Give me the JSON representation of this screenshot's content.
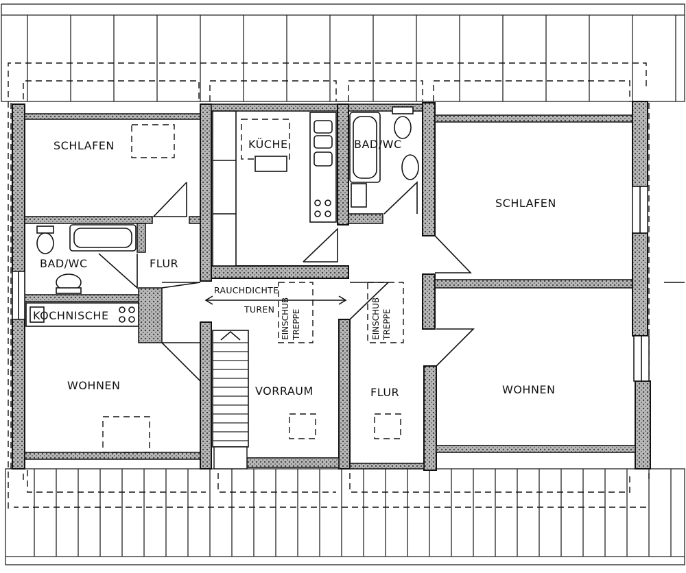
{
  "rooms": {
    "schlafen_left": "SCHLAFEN",
    "bad_left": "BAD/WC",
    "kochnische": "KOCHNISCHE",
    "flur_left": "FLUR",
    "wohnen_left": "WOHNEN",
    "kueche": "KÜCHE",
    "bad_right": "BAD/WC",
    "vorraum": "VORRAUM",
    "flur_right": "FLUR",
    "schlafen_right": "SCHLAFEN",
    "wohnen_right": "WOHNEN"
  },
  "annotations": {
    "rauchdichte_line1": "RAUCHDICHTE",
    "rauchdichte_line2": "TUREN",
    "einschub_line1": "EINSCHUB",
    "einschub_line2": "TREPPE"
  },
  "colors": {
    "wall_fill": "#9a9a9a",
    "line": "#111111",
    "paper": "#ffffff"
  }
}
